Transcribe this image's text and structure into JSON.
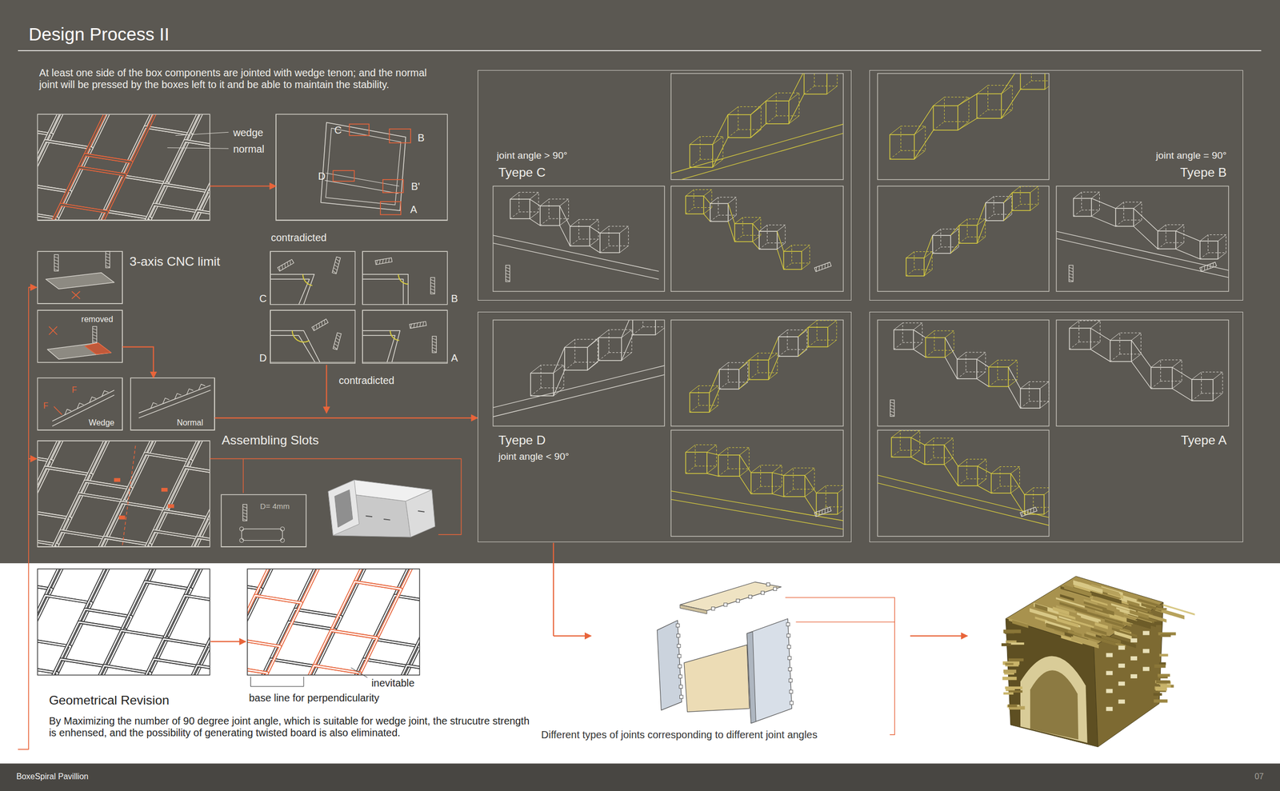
{
  "diagram": {
    "title": "Design Process II",
    "nodes": [
      {
        "text": [
          "wedge",
          "normal"
        ]
      },
      {
        "text": [
          "C",
          "B",
          "D",
          "B'",
          "A"
        ]
      },
      {
        "text": [
          "3-axis CNC limit"
        ]
      },
      {
        "text": [
          "removed"
        ]
      },
      {
        "text": [
          "Wedge"
        ]
      },
      {
        "text": [
          "Normal"
        ]
      },
      {
        "text": [
          "C"
        ]
      },
      {
        "text": [
          "B"
        ]
      },
      {
        "text": [
          "D"
        ]
      },
      {
        "text": [
          "A"
        ]
      },
      {
        "text": [
          "Assembling Slots"
        ]
      },
      {
        "text": [
          "D= 4mm"
        ]
      },
      {
        "text": [
          "joint angle > 90°",
          "Tyepe C"
        ]
      },
      {
        "text": [
          "joint angle = 90°",
          "Tyepe B"
        ]
      },
      {
        "text": [
          "Tyepe D",
          "joint angle < 90°"
        ]
      },
      {
        "text": [
          "Tyepe A"
        ]
      }
    ],
    "edges": [
      {
        "from": 0,
        "to": 1,
        "arrow": "to"
      },
      {
        "from": 3,
        "to": 5,
        "arrow": "to"
      },
      {
        "from": 5,
        "to": 14,
        "arrow": "to"
      }
    ],
    "labels": [
      "At least one side of the box components are jointed with wedge tenon; and the normal joint will be pressed by the boxes left to it and be able to maintain the stability.",
      "contradicted",
      "contradicted",
      "F",
      "F",
      "Geometrical Revision",
      "By Maximizing the number of 90 degree joint angle, which is suitable for wedge joint, the strucutre strength is enhensed, and the possibility of generating twisted board is also eliminated.",
      "inevitable",
      "base line for perpendicularity",
      "Different types of joints corresponding to different joint angles",
      "BoxeSpiral Pavillion",
      "07"
    ]
  }
}
